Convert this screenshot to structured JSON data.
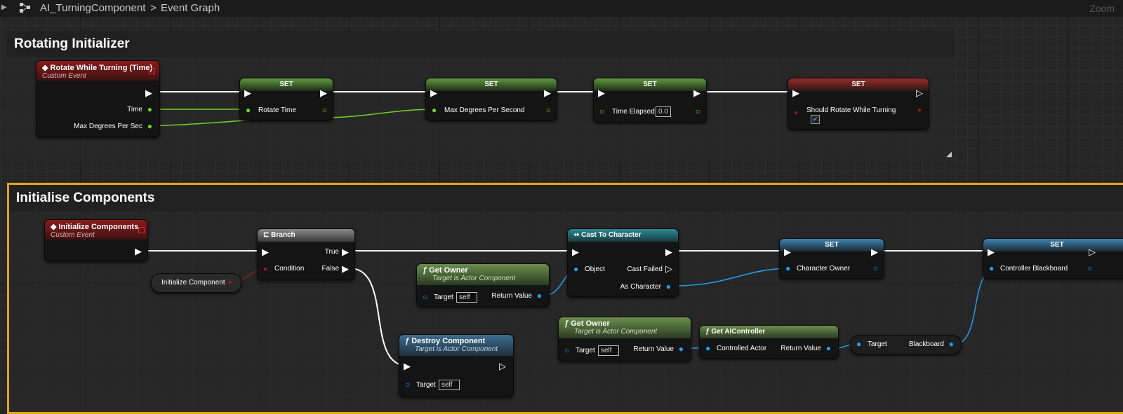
{
  "breadcrumb": {
    "component": "AI_TurningComponent",
    "separator": ">",
    "graph": "Event Graph"
  },
  "zoom_label": "Zoom",
  "comments": {
    "rotating": "Rotating Initializer",
    "initialise": "Initialise Components"
  },
  "nodes": {
    "rotate_event": {
      "title": "Rotate While Turning (Time)",
      "sub": "Custom Event",
      "pin_time": "Time",
      "pin_max": "Max Degrees Per Sec"
    },
    "set_rotate": {
      "title": "SET",
      "pin": "Rotate Time"
    },
    "set_maxdeg": {
      "title": "SET",
      "pin": "Max Degrees Per Second"
    },
    "set_elapsed": {
      "title": "SET",
      "pin": "Time Elapsed",
      "value": "0.0"
    },
    "set_should": {
      "title": "SET",
      "pin": "Should Rotate While Turning",
      "checked": "✔"
    },
    "init_event": {
      "title": "Initialize Components",
      "sub": "Custom Event"
    },
    "init_var": {
      "label": "Initialize Component"
    },
    "branch": {
      "title": "Branch",
      "condition": "Condition",
      "true_label": "True",
      "false_label": "False"
    },
    "get_owner1": {
      "title": "Get Owner",
      "sub": "Target is Actor Component",
      "target": "Target",
      "self": "self",
      "ret": "Return Value"
    },
    "cast": {
      "title": "Cast To Character",
      "object": "Object",
      "failed": "Cast Failed",
      "as_char": "As Character"
    },
    "set_charowner": {
      "title": "SET",
      "pin": "Character Owner"
    },
    "set_blackboard": {
      "title": "SET",
      "pin": "Controller Blackboard"
    },
    "destroy": {
      "title": "Destroy Component",
      "sub": "Target is Actor Component",
      "target": "Target",
      "self": "self"
    },
    "get_owner2": {
      "title": "Get Owner",
      "sub": "Target is Actor Component",
      "target": "Target",
      "self": "self",
      "ret": "Return Value"
    },
    "get_aic": {
      "title": "Get AIController",
      "controlled": "Controlled Actor",
      "ret": "Return Value"
    },
    "get_bb": {
      "target": "Target",
      "blackboard": "Blackboard"
    }
  },
  "colors": {
    "exec": "#ffffff",
    "float": "#8ee83a",
    "bool": "#9a1c1c",
    "object": "#1ea2f0",
    "comment_highlight": "#e0a31a"
  }
}
